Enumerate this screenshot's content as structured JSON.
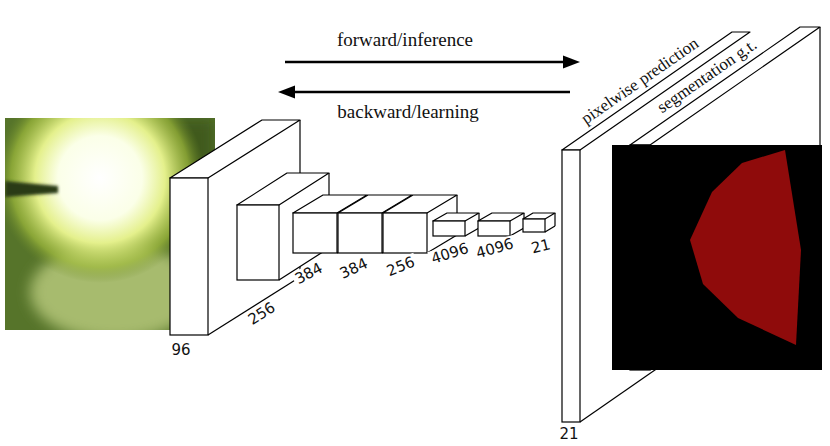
{
  "diagram": {
    "labels": [
      "forward/inference",
      "backward/learning",
      "pixelwise prediction",
      "segmentation g.t.",
      "96",
      "256",
      "384",
      "384",
      "256",
      "4096",
      "4096",
      "21",
      "21"
    ]
  }
}
